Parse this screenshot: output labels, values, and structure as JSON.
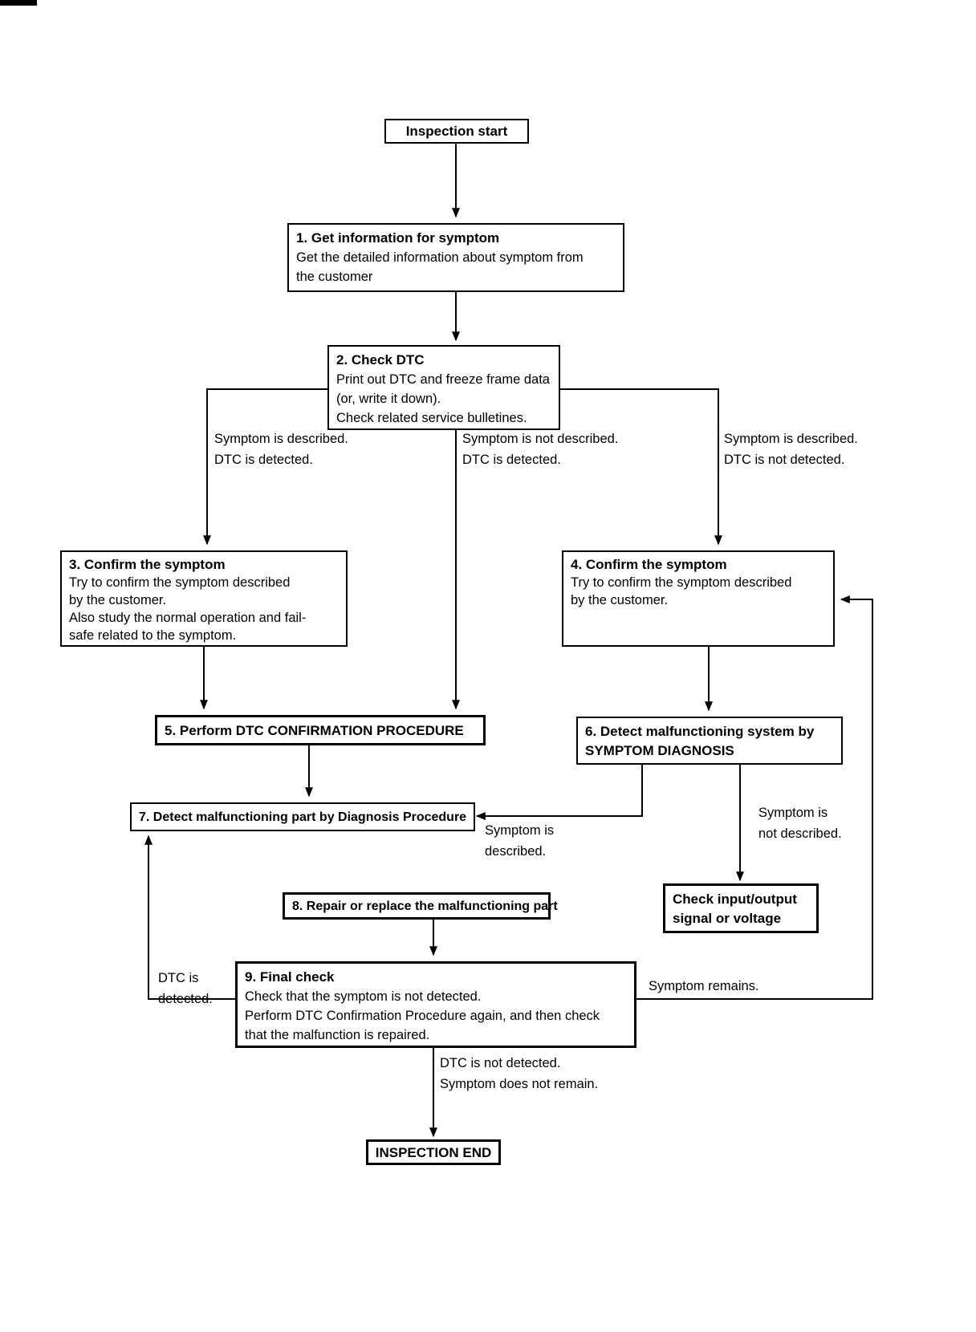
{
  "flowchart": {
    "start": {
      "label": "Inspection start"
    },
    "end": {
      "label": "INSPECTION END"
    },
    "steps": {
      "s1": {
        "title": "1. Get information for symptom",
        "body": [
          "Get the detailed information about symptom from",
          "the customer"
        ]
      },
      "s2": {
        "title": "2. Check DTC",
        "body": [
          "Print out DTC and freeze frame data",
          "(or, write it down).",
          "Check related service bulletines."
        ]
      },
      "s3": {
        "title": "3. Confirm the symptom",
        "body": [
          "Try to confirm the symptom described",
          "by the customer.",
          "Also study the normal operation and fail-",
          "safe related to the symptom."
        ]
      },
      "s4": {
        "title": "4. Confirm the symptom",
        "body": [
          "Try to confirm the symptom described",
          "by the customer."
        ]
      },
      "s5": {
        "title": "5. Perform DTC CONFIRMATION PROCEDURE"
      },
      "s6": {
        "title": [
          "6. Detect malfunctioning system by",
          "SYMPTOM DIAGNOSIS"
        ]
      },
      "s7": {
        "title": "7. Detect malfunctioning part by Diagnosis Procedure"
      },
      "s8": {
        "title": "8. Repair or replace the malfunctioning part"
      },
      "s9": {
        "title": "9. Final check",
        "body": [
          "Check that the symptom is not detected.",
          "Perform DTC Confirmation Procedure again, and then check",
          "that the malfunction is repaired."
        ]
      },
      "check_io": {
        "title": [
          "Check input/output",
          "signal or voltage"
        ]
      }
    },
    "edge_labels": {
      "branch_left": [
        "Symptom is described.",
        "DTC is detected."
      ],
      "branch_middle": [
        "Symptom is not described.",
        "DTC is detected."
      ],
      "branch_right": [
        "Symptom is described.",
        "DTC is not detected."
      ],
      "symptom_described": [
        "Symptom is",
        "described."
      ],
      "symptom_not_described": [
        "Symptom is",
        "not described."
      ],
      "dtc_detected": [
        "DTC is",
        "detected."
      ],
      "symptom_remains": "Symptom remains.",
      "dtc_not_detected": [
        "DTC is not detected.",
        "Symptom does not remain."
      ]
    },
    "colors": {
      "line": "#000000",
      "background": "#ffffff",
      "text": "#000000"
    }
  }
}
